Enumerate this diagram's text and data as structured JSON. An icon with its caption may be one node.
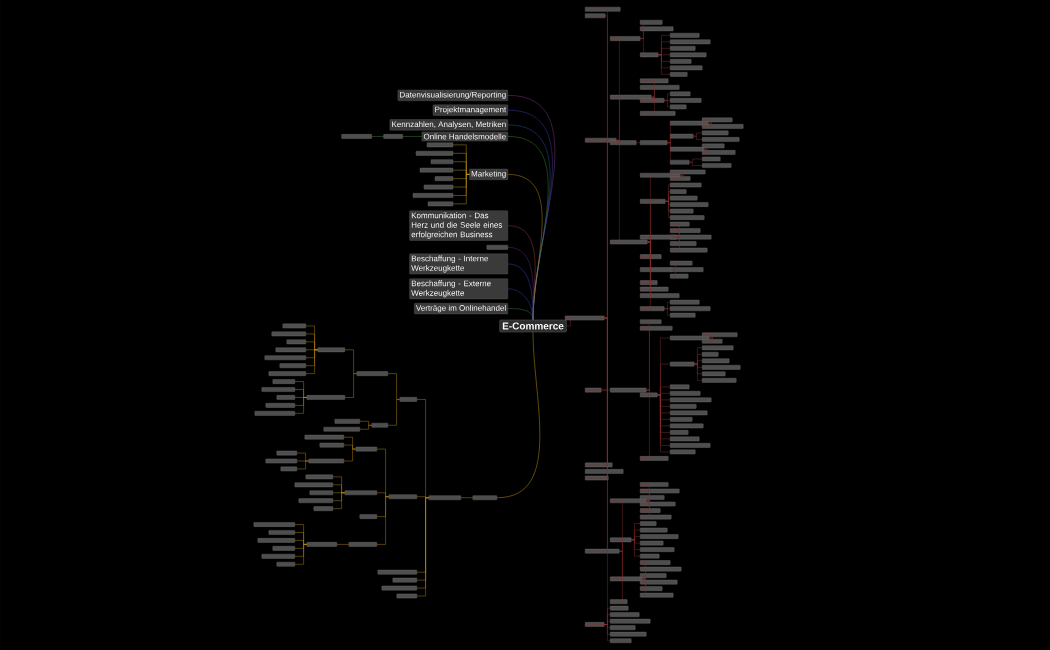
{
  "diagram": {
    "nodes": [
      {
        "text": [
          "E-Commerce"
        ]
      },
      {
        "text": [
          "Datenvisualisierung/Reporting"
        ]
      },
      {
        "text": [
          "Projektmanagement"
        ]
      },
      {
        "text": [
          "Kennzahlen, Analysen, Metriken"
        ]
      },
      {
        "text": [
          "Online Handelsmodelle"
        ]
      },
      {
        "text": [],
        "shape": "box"
      },
      {
        "text": [],
        "shape": "box"
      },
      {
        "text": [
          "Marketing"
        ]
      },
      {
        "text": [],
        "shape": "box"
      },
      {
        "text": [],
        "shape": "box"
      },
      {
        "text": [],
        "shape": "box"
      },
      {
        "text": [],
        "shape": "box"
      },
      {
        "text": [],
        "shape": "box"
      },
      {
        "text": [],
        "shape": "box"
      },
      {
        "text": [],
        "shape": "box"
      },
      {
        "text": [],
        "shape": "box"
      },
      {
        "text": [
          "Kommunikation - Das Herz und die Seele eines erfolgreichen Business"
        ]
      },
      {
        "text": [],
        "shape": "box"
      },
      {
        "text": [
          "Beschaffung - Interne Werkzeugkette"
        ]
      },
      {
        "text": [
          "Beschaffung - Externe Werkzeugkette"
        ]
      },
      {
        "text": [
          "Verträge im Onlinehandel"
        ]
      },
      {
        "text": [],
        "shape": "box"
      },
      {
        "text": [],
        "shape": "box"
      },
      {
        "text": [],
        "shape": "box"
      },
      {
        "text": [],
        "shape": "box"
      },
      {
        "text": [],
        "shape": "box"
      },
      {
        "text": [],
        "shape": "box"
      },
      {
        "text": [],
        "shape": "box"
      },
      {
        "text": [],
        "shape": "box"
      },
      {
        "text": [],
        "shape": "box"
      },
      {
        "text": [],
        "shape": "box"
      },
      {
        "text": [],
        "shape": "box"
      },
      {
        "text": [],
        "shape": "box"
      },
      {
        "text": [],
        "shape": "box"
      },
      {
        "text": [],
        "shape": "box"
      },
      {
        "text": [],
        "shape": "box"
      },
      {
        "text": [],
        "shape": "box"
      },
      {
        "text": [],
        "shape": "box"
      },
      {
        "text": [],
        "shape": "box"
      },
      {
        "text": [],
        "shape": "box"
      },
      {
        "text": [],
        "shape": "box"
      },
      {
        "text": [],
        "shape": "box"
      },
      {
        "text": [],
        "shape": "box"
      },
      {
        "text": [],
        "shape": "box"
      },
      {
        "text": [],
        "shape": "box"
      },
      {
        "text": [],
        "shape": "box"
      },
      {
        "text": [],
        "shape": "box"
      },
      {
        "text": [],
        "shape": "box"
      },
      {
        "text": [],
        "shape": "box"
      },
      {
        "text": [],
        "shape": "box"
      },
      {
        "text": [],
        "shape": "box"
      },
      {
        "text": [],
        "shape": "box"
      },
      {
        "text": [],
        "shape": "box"
      },
      {
        "text": [],
        "shape": "box"
      },
      {
        "text": [],
        "shape": "box"
      },
      {
        "text": [],
        "shape": "box"
      },
      {
        "text": [],
        "shape": "box"
      },
      {
        "text": [],
        "shape": "box"
      },
      {
        "text": [],
        "shape": "box"
      },
      {
        "text": [],
        "shape": "box"
      },
      {
        "text": [],
        "shape": "box"
      },
      {
        "text": [],
        "shape": "box"
      },
      {
        "text": [],
        "shape": "box"
      },
      {
        "text": [],
        "shape": "box"
      },
      {
        "text": [],
        "shape": "box"
      },
      {
        "text": [],
        "shape": "box"
      },
      {
        "text": [],
        "shape": "box"
      },
      {
        "text": [],
        "shape": "box"
      },
      {
        "text": [],
        "shape": "box"
      },
      {
        "text": [],
        "shape": "box"
      },
      {
        "text": [],
        "shape": "box"
      },
      {
        "text": [],
        "shape": "box"
      },
      {
        "text": [],
        "shape": "box"
      },
      {
        "text": [],
        "shape": "box"
      },
      {
        "text": [],
        "shape": "box"
      },
      {
        "text": [],
        "shape": "box"
      },
      {
        "text": [],
        "shape": "box"
      },
      {
        "text": [],
        "shape": "box"
      },
      {
        "text": [],
        "shape": "box"
      },
      {
        "text": [],
        "shape": "box"
      },
      {
        "text": [],
        "shape": "box"
      },
      {
        "text": [],
        "shape": "box"
      },
      {
        "text": [],
        "shape": "box"
      },
      {
        "text": [],
        "shape": "box"
      },
      {
        "text": [],
        "shape": "box"
      },
      {
        "text": [],
        "shape": "box"
      },
      {
        "text": [],
        "shape": "box"
      },
      {
        "text": [],
        "shape": "box"
      },
      {
        "text": [],
        "shape": "box"
      },
      {
        "text": [],
        "shape": "box"
      },
      {
        "text": [],
        "shape": "box"
      },
      {
        "text": [],
        "shape": "box"
      },
      {
        "text": [],
        "shape": "box"
      },
      {
        "text": [],
        "shape": "box"
      },
      {
        "text": [],
        "shape": "box"
      },
      {
        "text": [],
        "shape": "box"
      },
      {
        "text": [],
        "shape": "box"
      },
      {
        "text": [],
        "shape": "box"
      },
      {
        "text": [],
        "shape": "box"
      },
      {
        "text": [],
        "shape": "box"
      },
      {
        "text": [],
        "shape": "box"
      },
      {
        "text": [],
        "shape": "box"
      },
      {
        "text": [],
        "shape": "box"
      },
      {
        "text": [],
        "shape": "box"
      },
      {
        "text": [],
        "shape": "box"
      },
      {
        "text": [],
        "shape": "box"
      },
      {
        "text": [],
        "shape": "box"
      },
      {
        "text": [],
        "shape": "box"
      },
      {
        "text": [],
        "shape": "box"
      },
      {
        "text": [],
        "shape": "box"
      },
      {
        "text": [],
        "shape": "box"
      },
      {
        "text": [],
        "shape": "box"
      },
      {
        "text": [],
        "shape": "box"
      },
      {
        "text": [],
        "shape": "box"
      },
      {
        "text": [],
        "shape": "box"
      },
      {
        "text": [],
        "shape": "box"
      },
      {
        "text": [],
        "shape": "box"
      },
      {
        "text": [],
        "shape": "box"
      },
      {
        "text": [],
        "shape": "box"
      },
      {
        "text": [],
        "shape": "box"
      },
      {
        "text": [],
        "shape": "box"
      },
      {
        "text": [],
        "shape": "box"
      },
      {
        "text": [],
        "shape": "box"
      },
      {
        "text": [],
        "shape": "box"
      },
      {
        "text": [],
        "shape": "box"
      },
      {
        "text": [],
        "shape": "box"
      },
      {
        "text": [],
        "shape": "box"
      },
      {
        "text": [],
        "shape": "box"
      },
      {
        "text": [],
        "shape": "box"
      },
      {
        "text": [],
        "shape": "box"
      },
      {
        "text": [],
        "shape": "box"
      },
      {
        "text": [],
        "shape": "box"
      },
      {
        "text": [],
        "shape": "box"
      },
      {
        "text": [],
        "shape": "box"
      },
      {
        "text": [],
        "shape": "box"
      },
      {
        "text": [],
        "shape": "box"
      },
      {
        "text": [],
        "shape": "box"
      },
      {
        "text": [],
        "shape": "box"
      },
      {
        "text": [],
        "shape": "box"
      },
      {
        "text": [],
        "shape": "box"
      },
      {
        "text": [],
        "shape": "box"
      },
      {
        "text": [],
        "shape": "box"
      },
      {
        "text": [],
        "shape": "box"
      },
      {
        "text": [],
        "shape": "box"
      },
      {
        "text": [],
        "shape": "box"
      },
      {
        "text": [],
        "shape": "box"
      },
      {
        "text": [],
        "shape": "box"
      },
      {
        "text": [],
        "shape": "box"
      },
      {
        "text": [],
        "shape": "box"
      },
      {
        "text": [],
        "shape": "box"
      },
      {
        "text": [],
        "shape": "box"
      },
      {
        "text": [],
        "shape": "box"
      },
      {
        "text": [],
        "shape": "box"
      },
      {
        "text": [],
        "shape": "box"
      },
      {
        "text": [],
        "shape": "box"
      },
      {
        "text": [],
        "shape": "box"
      },
      {
        "text": [],
        "shape": "box"
      },
      {
        "text": [],
        "shape": "box"
      },
      {
        "text": [],
        "shape": "box"
      },
      {
        "text": [],
        "shape": "box"
      },
      {
        "text": [],
        "shape": "box"
      },
      {
        "text": [],
        "shape": "box"
      },
      {
        "text": [],
        "shape": "box"
      },
      {
        "text": [],
        "shape": "box"
      },
      {
        "text": [],
        "shape": "box"
      },
      {
        "text": [],
        "shape": "box"
      },
      {
        "text": [],
        "shape": "box"
      },
      {
        "text": [],
        "shape": "box"
      },
      {
        "text": [],
        "shape": "box"
      },
      {
        "text": [],
        "shape": "box"
      },
      {
        "text": [],
        "shape": "box"
      },
      {
        "text": [],
        "shape": "box"
      },
      {
        "text": [],
        "shape": "box"
      },
      {
        "text": [],
        "shape": "box"
      },
      {
        "text": [],
        "shape": "box"
      },
      {
        "text": [],
        "shape": "box"
      },
      {
        "text": [],
        "shape": "box"
      },
      {
        "text": [],
        "shape": "box"
      },
      {
        "text": [],
        "shape": "box"
      },
      {
        "text": [],
        "shape": "box"
      },
      {
        "text": [],
        "shape": "box"
      },
      {
        "text": [],
        "shape": "box"
      },
      {
        "text": [],
        "shape": "box"
      },
      {
        "text": [],
        "shape": "box"
      },
      {
        "text": [],
        "shape": "box"
      },
      {
        "text": [],
        "shape": "box"
      },
      {
        "text": [],
        "shape": "box"
      },
      {
        "text": [],
        "shape": "box"
      },
      {
        "text": [],
        "shape": "box"
      },
      {
        "text": [],
        "shape": "box"
      },
      {
        "text": [],
        "shape": "box"
      },
      {
        "text": [],
        "shape": "box"
      },
      {
        "text": [],
        "shape": "box"
      },
      {
        "text": [],
        "shape": "box"
      },
      {
        "text": [],
        "shape": "box"
      }
    ],
    "edges": [
      {
        "from": 0,
        "to": 1,
        "arrow": "none",
        "color": "#8e3a8e"
      },
      {
        "from": 0,
        "to": 2,
        "arrow": "none",
        "color": "#4040b8"
      },
      {
        "from": 0,
        "to": 3,
        "arrow": "none",
        "color": "#2d55b0"
      },
      {
        "from": 0,
        "to": 4,
        "arrow": "none",
        "color": "#3a8a3a"
      },
      {
        "from": 4,
        "to": 5,
        "arrow": "none",
        "color": "#3a8a3a"
      },
      {
        "from": 5,
        "to": 6,
        "arrow": "none",
        "color": "#3a8a3a"
      },
      {
        "from": 0,
        "to": 7,
        "arrow": "none",
        "color": "#c89a18"
      },
      {
        "from": 7,
        "to": 8,
        "arrow": "none",
        "color": "#c89a18"
      },
      {
        "from": 7,
        "to": 9,
        "arrow": "none",
        "color": "#c89a18"
      },
      {
        "from": 7,
        "to": 10,
        "arrow": "none",
        "color": "#c89a18"
      },
      {
        "from": 7,
        "to": 11,
        "arrow": "none",
        "color": "#c89a18"
      },
      {
        "from": 7,
        "to": 12,
        "arrow": "none",
        "color": "#c89a18"
      },
      {
        "from": 7,
        "to": 13,
        "arrow": "none",
        "color": "#c89a18"
      },
      {
        "from": 7,
        "to": 14,
        "arrow": "none",
        "color": "#c89a18"
      },
      {
        "from": 7,
        "to": 15,
        "arrow": "none",
        "color": "#c89a18"
      },
      {
        "from": 0,
        "to": 16,
        "arrow": "none",
        "color": "#b03a3a"
      },
      {
        "from": 0,
        "to": 17,
        "arrow": "none",
        "color": "#6a2a8a"
      },
      {
        "from": 0,
        "to": 18,
        "arrow": "none",
        "color": "#3050c0"
      },
      {
        "from": 0,
        "to": 19,
        "arrow": "none",
        "color": "#2a50a0"
      },
      {
        "from": 0,
        "to": 20,
        "arrow": "none",
        "color": "#3a8a3a"
      },
      {
        "from": 0,
        "to": 21,
        "arrow": "none"
      },
      {
        "from": 0,
        "to": 22,
        "arrow": "none",
        "color": "#d4a017"
      },
      {
        "from": 21,
        "to": 23,
        "arrow": "none"
      },
      {
        "from": 21,
        "to": 24,
        "arrow": "none"
      },
      {
        "from": 21,
        "to": 25,
        "arrow": "none"
      },
      {
        "from": 21,
        "to": 26,
        "arrow": "none"
      },
      {
        "from": 21,
        "to": 27,
        "arrow": "none"
      },
      {
        "from": 21,
        "to": 28,
        "arrow": "none"
      },
      {
        "from": 21,
        "to": 29,
        "arrow": "none"
      },
      {
        "from": 21,
        "to": 30,
        "arrow": "none"
      },
      {
        "from": 21,
        "to": 31,
        "arrow": "none"
      },
      {
        "from": 25,
        "to": 32,
        "arrow": "none"
      },
      {
        "from": 25,
        "to": 33,
        "arrow": "none"
      },
      {
        "from": 25,
        "to": 34,
        "arrow": "none"
      },
      {
        "from": 25,
        "to": 35,
        "arrow": "none"
      },
      {
        "from": 32,
        "to": 36,
        "arrow": "none"
      },
      {
        "from": 32,
        "to": 37,
        "arrow": "none"
      },
      {
        "from": 32,
        "to": 38,
        "arrow": "none"
      },
      {
        "from": 38,
        "to": 39,
        "arrow": "none"
      },
      {
        "from": 38,
        "to": 40,
        "arrow": "none"
      },
      {
        "from": 38,
        "to": 41,
        "arrow": "none"
      },
      {
        "from": 38,
        "to": 42,
        "arrow": "none"
      },
      {
        "from": 38,
        "to": 43,
        "arrow": "none"
      },
      {
        "from": 38,
        "to": 44,
        "arrow": "none"
      },
      {
        "from": 38,
        "to": 45,
        "arrow": "none"
      },
      {
        "from": 33,
        "to": 46,
        "arrow": "none"
      },
      {
        "from": 33,
        "to": 47,
        "arrow": "none"
      },
      {
        "from": 33,
        "to": 48,
        "arrow": "none"
      },
      {
        "from": 33,
        "to": 49,
        "arrow": "none"
      },
      {
        "from": 48,
        "to": 50,
        "arrow": "none"
      },
      {
        "from": 48,
        "to": 51,
        "arrow": "none"
      },
      {
        "from": 48,
        "to": 52,
        "arrow": "none"
      },
      {
        "from": 34,
        "to": 53,
        "arrow": "none"
      },
      {
        "from": 53,
        "to": 54,
        "arrow": "none"
      },
      {
        "from": 53,
        "to": 55,
        "arrow": "none"
      },
      {
        "from": 53,
        "to": 56,
        "arrow": "none"
      },
      {
        "from": 53,
        "to": 57,
        "arrow": "none"
      },
      {
        "from": 54,
        "to": 58,
        "arrow": "none"
      },
      {
        "from": 54,
        "to": 59,
        "arrow": "none"
      },
      {
        "from": 55,
        "to": 60,
        "arrow": "none"
      },
      {
        "from": 55,
        "to": 61,
        "arrow": "none"
      },
      {
        "from": 56,
        "to": 62,
        "arrow": "none"
      },
      {
        "from": 56,
        "to": 63,
        "arrow": "none"
      },
      {
        "from": 57,
        "to": 64,
        "arrow": "none"
      },
      {
        "from": 57,
        "to": 65,
        "arrow": "none"
      },
      {
        "from": 35,
        "to": 66,
        "arrow": "none"
      },
      {
        "from": 35,
        "to": 67,
        "arrow": "none"
      },
      {
        "from": 35,
        "to": 68,
        "arrow": "none"
      },
      {
        "from": 35,
        "to": 69,
        "arrow": "none"
      },
      {
        "from": 35,
        "to": 70,
        "arrow": "none"
      },
      {
        "from": 35,
        "to": 71,
        "arrow": "none"
      },
      {
        "from": 35,
        "to": 72,
        "arrow": "none"
      },
      {
        "from": 35,
        "to": 73,
        "arrow": "none"
      },
      {
        "from": 35,
        "to": 74,
        "arrow": "none"
      },
      {
        "from": 66,
        "to": 75,
        "arrow": "none"
      },
      {
        "from": 66,
        "to": 76,
        "arrow": "none"
      },
      {
        "from": 67,
        "to": 77,
        "arrow": "none"
      },
      {
        "from": 67,
        "to": 78,
        "arrow": "none"
      },
      {
        "from": 67,
        "to": 79,
        "arrow": "none"
      },
      {
        "from": 67,
        "to": 80,
        "arrow": "none"
      },
      {
        "from": 67,
        "to": 81,
        "arrow": "none"
      },
      {
        "from": 67,
        "to": 82,
        "arrow": "none"
      },
      {
        "from": 68,
        "to": 83,
        "arrow": "none"
      },
      {
        "from": 68,
        "to": 84,
        "arrow": "none"
      },
      {
        "from": 68,
        "to": 85,
        "arrow": "none"
      },
      {
        "from": 68,
        "to": 86,
        "arrow": "none"
      },
      {
        "from": 68,
        "to": 87,
        "arrow": "none"
      },
      {
        "from": 70,
        "to": 88,
        "arrow": "none"
      },
      {
        "from": 70,
        "to": 89,
        "arrow": "none"
      },
      {
        "from": 70,
        "to": 90,
        "arrow": "none"
      },
      {
        "from": 74,
        "to": 91,
        "arrow": "none"
      },
      {
        "from": 74,
        "to": 92,
        "arrow": "none"
      },
      {
        "from": 74,
        "to": 93,
        "arrow": "none"
      },
      {
        "from": 26,
        "to": 94,
        "arrow": "none"
      },
      {
        "from": 94,
        "to": 95,
        "arrow": "none"
      },
      {
        "from": 94,
        "to": 96,
        "arrow": "none"
      },
      {
        "from": 94,
        "to": 97,
        "arrow": "none"
      },
      {
        "from": 94,
        "to": 98,
        "arrow": "none"
      },
      {
        "from": 97,
        "to": 99,
        "arrow": "none"
      },
      {
        "from": 97,
        "to": 100,
        "arrow": "none"
      },
      {
        "from": 99,
        "to": 101,
        "arrow": "none"
      },
      {
        "from": 99,
        "to": 102,
        "arrow": "none"
      },
      {
        "from": 100,
        "to": 103,
        "arrow": "none"
      },
      {
        "from": 100,
        "to": 104,
        "arrow": "none"
      },
      {
        "from": 100,
        "to": 105,
        "arrow": "none"
      },
      {
        "from": 100,
        "to": 106,
        "arrow": "none"
      },
      {
        "from": 100,
        "to": 107,
        "arrow": "none"
      },
      {
        "from": 100,
        "to": 108,
        "arrow": "none"
      },
      {
        "from": 97,
        "to": 109,
        "arrow": "none"
      },
      {
        "from": 97,
        "to": 110,
        "arrow": "none"
      },
      {
        "from": 97,
        "to": 111,
        "arrow": "none"
      },
      {
        "from": 97,
        "to": 112,
        "arrow": "none"
      },
      {
        "from": 97,
        "to": 113,
        "arrow": "none"
      },
      {
        "from": 97,
        "to": 114,
        "arrow": "none"
      },
      {
        "from": 97,
        "to": 115,
        "arrow": "none"
      },
      {
        "from": 97,
        "to": 116,
        "arrow": "none"
      },
      {
        "from": 97,
        "to": 117,
        "arrow": "none"
      },
      {
        "from": 97,
        "to": 118,
        "arrow": "none"
      },
      {
        "from": 97,
        "to": 119,
        "arrow": "none"
      },
      {
        "from": 30,
        "to": 120,
        "arrow": "none"
      },
      {
        "from": 30,
        "to": 121,
        "arrow": "none"
      },
      {
        "from": 30,
        "to": 122,
        "arrow": "none"
      },
      {
        "from": 30,
        "to": 123,
        "arrow": "none"
      },
      {
        "from": 120,
        "to": 124,
        "arrow": "none"
      },
      {
        "from": 120,
        "to": 125,
        "arrow": "none"
      },
      {
        "from": 120,
        "to": 126,
        "arrow": "none"
      },
      {
        "from": 120,
        "to": 127,
        "arrow": "none"
      },
      {
        "from": 120,
        "to": 128,
        "arrow": "none"
      },
      {
        "from": 120,
        "to": 129,
        "arrow": "none"
      },
      {
        "from": 121,
        "to": 130,
        "arrow": "none"
      },
      {
        "from": 121,
        "to": 131,
        "arrow": "none"
      },
      {
        "from": 121,
        "to": 132,
        "arrow": "none"
      },
      {
        "from": 121,
        "to": 133,
        "arrow": "none"
      },
      {
        "from": 121,
        "to": 134,
        "arrow": "none"
      },
      {
        "from": 121,
        "to": 135,
        "arrow": "none"
      },
      {
        "from": 122,
        "to": 136,
        "arrow": "none"
      },
      {
        "from": 122,
        "to": 137,
        "arrow": "none"
      },
      {
        "from": 122,
        "to": 138,
        "arrow": "none"
      },
      {
        "from": 122,
        "to": 139,
        "arrow": "none"
      },
      {
        "from": 122,
        "to": 140,
        "arrow": "none"
      },
      {
        "from": 122,
        "to": 141,
        "arrow": "none"
      },
      {
        "from": 31,
        "to": 142,
        "arrow": "none"
      },
      {
        "from": 31,
        "to": 143,
        "arrow": "none"
      },
      {
        "from": 31,
        "to": 144,
        "arrow": "none"
      },
      {
        "from": 31,
        "to": 145,
        "arrow": "none"
      },
      {
        "from": 31,
        "to": 146,
        "arrow": "none"
      },
      {
        "from": 31,
        "to": 147,
        "arrow": "none"
      },
      {
        "from": 22,
        "to": 148,
        "arrow": "none",
        "color": "#c08a10"
      },
      {
        "from": 148,
        "to": 149,
        "arrow": "none",
        "color": "#c08a10"
      },
      {
        "from": 148,
        "to": 150,
        "arrow": "none",
        "color": "#c08a10"
      },
      {
        "from": 148,
        "to": 151,
        "arrow": "none",
        "color": "#c08a10"
      },
      {
        "from": 148,
        "to": 152,
        "arrow": "none",
        "color": "#c08a10"
      },
      {
        "from": 148,
        "to": 153,
        "arrow": "none",
        "color": "#c08a10"
      },
      {
        "from": 148,
        "to": 154,
        "arrow": "none",
        "color": "#c08a10"
      },
      {
        "from": 149,
        "to": 155,
        "arrow": "none",
        "color": "#c08a10"
      },
      {
        "from": 149,
        "to": 156,
        "arrow": "none",
        "color": "#c08a10"
      },
      {
        "from": 155,
        "to": 157,
        "arrow": "none",
        "color": "#c08a10"
      },
      {
        "from": 155,
        "to": 158,
        "arrow": "none",
        "color": "#c08a10"
      },
      {
        "from": 157,
        "to": 159,
        "arrow": "none",
        "color": "#c08a10"
      },
      {
        "from": 157,
        "to": 160,
        "arrow": "none",
        "color": "#c08a10"
      },
      {
        "from": 157,
        "to": 161,
        "arrow": "none",
        "color": "#c08a10"
      },
      {
        "from": 157,
        "to": 162,
        "arrow": "none",
        "color": "#c08a10"
      },
      {
        "from": 157,
        "to": 163,
        "arrow": "none",
        "color": "#c08a10"
      },
      {
        "from": 157,
        "to": 164,
        "arrow": "none",
        "color": "#c08a10"
      },
      {
        "from": 157,
        "to": 165,
        "arrow": "none",
        "color": "#c08a10"
      },
      {
        "from": 158,
        "to": 166,
        "arrow": "none",
        "color": "#c08a10"
      },
      {
        "from": 158,
        "to": 167,
        "arrow": "none",
        "color": "#c08a10"
      },
      {
        "from": 158,
        "to": 168,
        "arrow": "none",
        "color": "#c08a10"
      },
      {
        "from": 158,
        "to": 169,
        "arrow": "none",
        "color": "#c08a10"
      },
      {
        "from": 158,
        "to": 170,
        "arrow": "none",
        "color": "#c08a10"
      },
      {
        "from": 156,
        "to": 171,
        "arrow": "none",
        "color": "#c08a10"
      },
      {
        "from": 156,
        "to": 172,
        "arrow": "none",
        "color": "#c08a10"
      },
      {
        "from": 150,
        "to": 173,
        "arrow": "none",
        "color": "#c08a10"
      },
      {
        "from": 150,
        "to": 174,
        "arrow": "none",
        "color": "#c08a10"
      },
      {
        "from": 150,
        "to": 175,
        "arrow": "none",
        "color": "#c08a10"
      },
      {
        "from": 150,
        "to": 176,
        "arrow": "none",
        "color": "#c08a10"
      },
      {
        "from": 173,
        "to": 177,
        "arrow": "none",
        "color": "#c08a10"
      },
      {
        "from": 173,
        "to": 178,
        "arrow": "none",
        "color": "#c08a10"
      },
      {
        "from": 173,
        "to": 179,
        "arrow": "none",
        "color": "#c08a10"
      },
      {
        "from": 179,
        "to": 180,
        "arrow": "none",
        "color": "#c08a10"
      },
      {
        "from": 179,
        "to": 181,
        "arrow": "none",
        "color": "#c08a10"
      },
      {
        "from": 179,
        "to": 182,
        "arrow": "none",
        "color": "#c08a10"
      },
      {
        "from": 174,
        "to": 183,
        "arrow": "none",
        "color": "#c08a10"
      },
      {
        "from": 174,
        "to": 184,
        "arrow": "none",
        "color": "#c08a10"
      },
      {
        "from": 174,
        "to": 185,
        "arrow": "none",
        "color": "#c08a10"
      },
      {
        "from": 174,
        "to": 186,
        "arrow": "none",
        "color": "#c08a10"
      },
      {
        "from": 174,
        "to": 187,
        "arrow": "none",
        "color": "#c08a10"
      },
      {
        "from": 176,
        "to": 188,
        "arrow": "none",
        "color": "#c08a10"
      },
      {
        "from": 188,
        "to": 189,
        "arrow": "none",
        "color": "#c08a10"
      },
      {
        "from": 188,
        "to": 190,
        "arrow": "none",
        "color": "#c08a10"
      },
      {
        "from": 188,
        "to": 191,
        "arrow": "none",
        "color": "#c08a10"
      },
      {
        "from": 188,
        "to": 192,
        "arrow": "none",
        "color": "#c08a10"
      },
      {
        "from": 188,
        "to": 193,
        "arrow": "none",
        "color": "#c08a10"
      },
      {
        "from": 188,
        "to": 194,
        "arrow": "none",
        "color": "#c08a10"
      }
    ]
  }
}
